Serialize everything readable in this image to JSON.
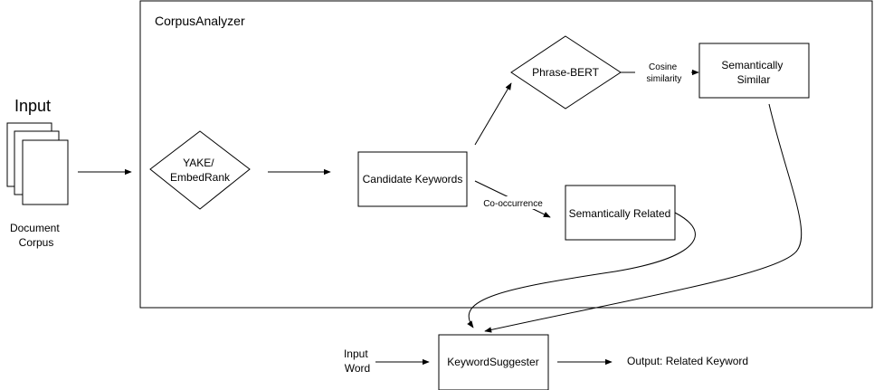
{
  "container": {
    "title": "CorpusAnalyzer"
  },
  "input": {
    "heading": "Input",
    "caption_lines": [
      "Document",
      "Corpus"
    ]
  },
  "nodes": {
    "extractor": {
      "lines": [
        "YAKE/",
        "EmbedRank"
      ]
    },
    "candidates": {
      "label": "Candidate Keywords"
    },
    "phrase_bert": {
      "label": "Phrase-BERT"
    },
    "similar": {
      "lines": [
        "Semantically",
        "Similar"
      ]
    },
    "related": {
      "label": "Semantically Related"
    },
    "suggester": {
      "label": "KeywordSuggester"
    }
  },
  "edges": {
    "cosine": {
      "lines": [
        "Cosine",
        "similarity"
      ]
    },
    "cooccurrence": {
      "label": "Co-occurrence"
    }
  },
  "bottom": {
    "input_word_lines": [
      "Input",
      "Word"
    ],
    "output": "Output: Related Keyword"
  },
  "colors": {
    "stroke": "#000000",
    "fill": "#ffffff",
    "background": "#ffffff"
  }
}
